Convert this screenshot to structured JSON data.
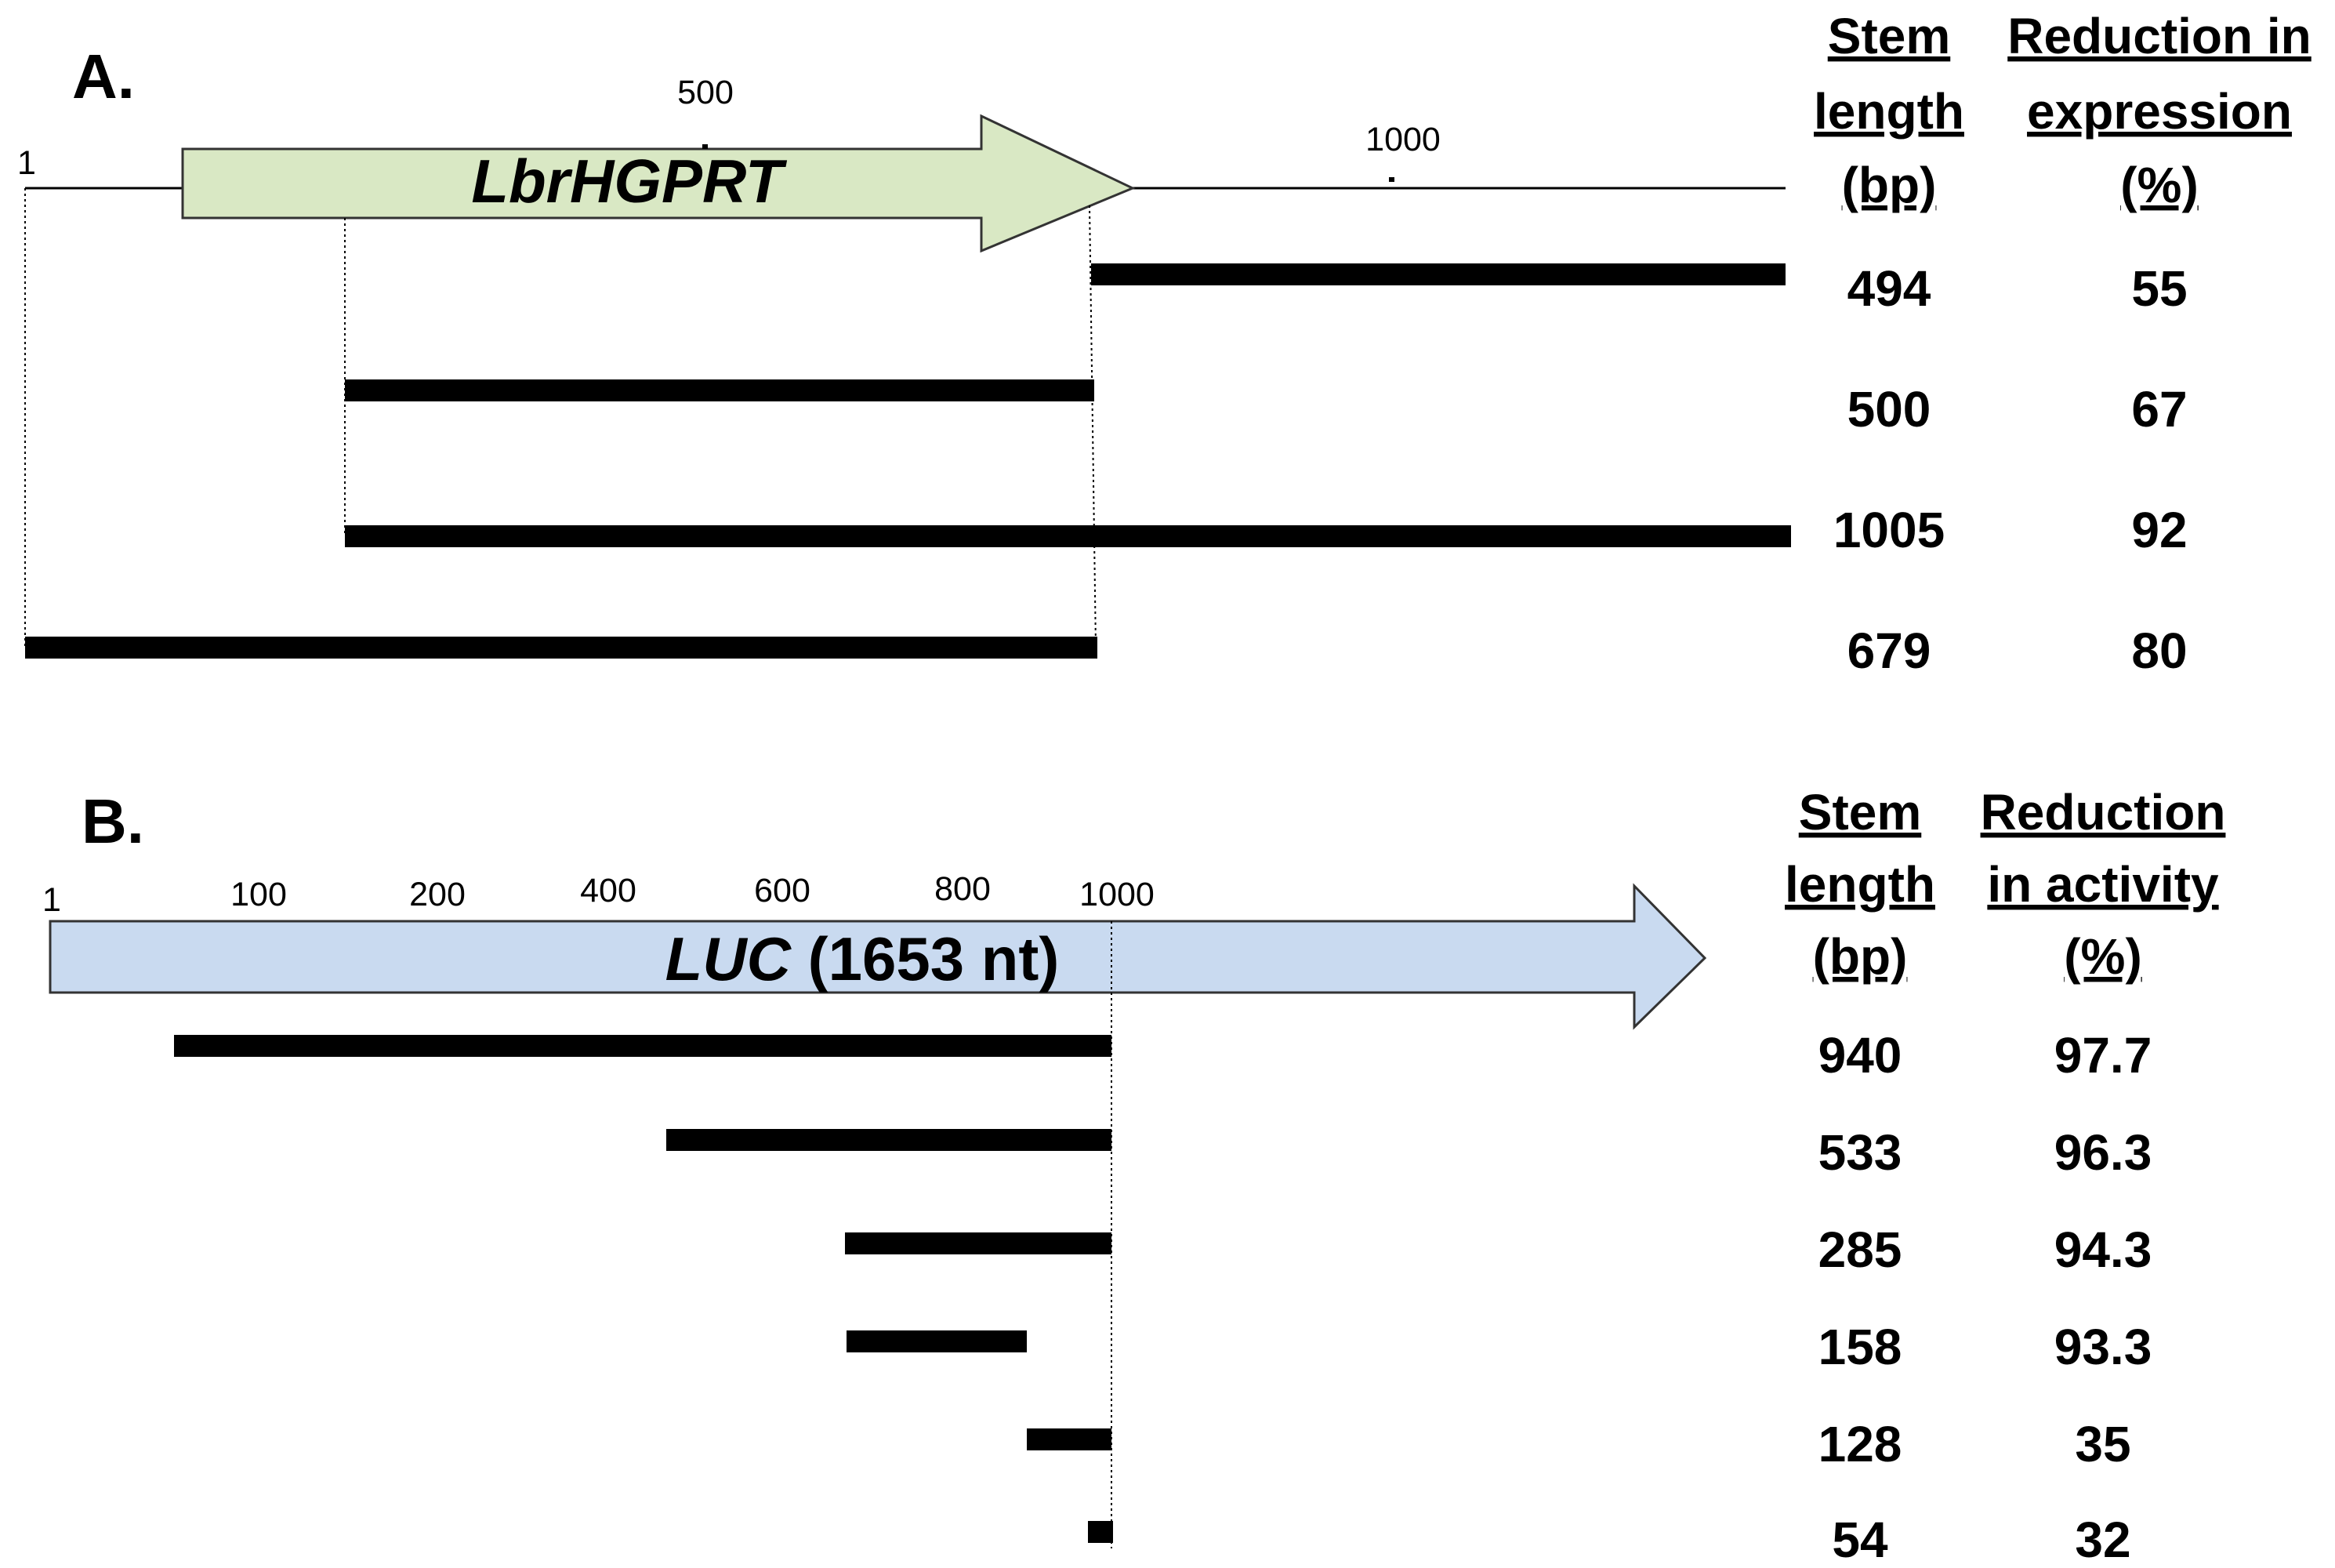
{
  "panel_a": {
    "label": "A.",
    "gene_name": "LbrHGPRT",
    "gene_color": "#d9e8c4",
    "start_label": "1",
    "ticks": [
      "500",
      "1000"
    ],
    "headers": [
      [
        "Stem",
        "length",
        "(bp)"
      ],
      [
        "Reduction in",
        "expression",
        "(%)"
      ]
    ],
    "rows": [
      {
        "stem_length": "494",
        "reduction": "55"
      },
      {
        "stem_length": "500",
        "reduction": "67"
      },
      {
        "stem_length": "1005",
        "reduction": "92"
      },
      {
        "stem_length": "679",
        "reduction": "80"
      }
    ]
  },
  "panel_b": {
    "label": "B.",
    "gene_name_italic": "LUC",
    "gene_name_rest": " (1653 nt)",
    "gene_color": "#c9daf0",
    "start_label": "1",
    "ticks": [
      "100",
      "200",
      "400",
      "600",
      "800",
      "1000"
    ],
    "headers": [
      [
        "Stem",
        "length",
        "(bp)"
      ],
      [
        "Reduction",
        "in activity",
        "(%)"
      ]
    ],
    "rows": [
      {
        "stem_length": "940",
        "reduction": "97.7"
      },
      {
        "stem_length": "533",
        "reduction": "96.3"
      },
      {
        "stem_length": "285",
        "reduction": "94.3"
      },
      {
        "stem_length": "158",
        "reduction": "93.3"
      },
      {
        "stem_length": "128",
        "reduction": "35"
      },
      {
        "stem_length": "54",
        "reduction": "32"
      }
    ]
  }
}
